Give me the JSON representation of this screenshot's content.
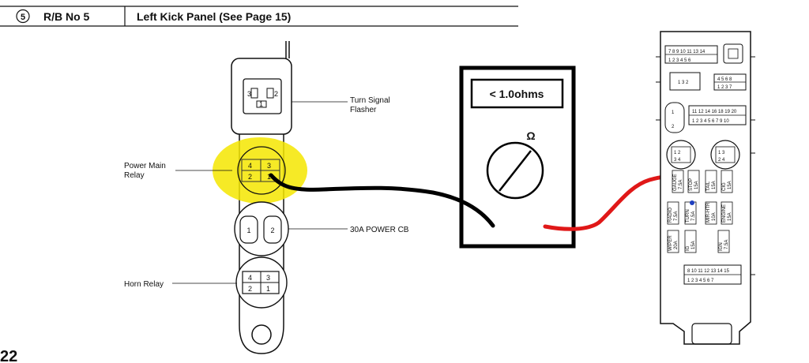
{
  "header": {
    "index": "5",
    "block": "R/B No 5",
    "title": "Left Kick Panel (See Page 15)"
  },
  "labels": {
    "turn_signal": [
      "Turn Signal",
      "Flasher"
    ],
    "power_main": [
      "Power Main",
      "Relay"
    ],
    "power_cb": "30A POWER CB",
    "horn_relay": "Horn Relay"
  },
  "relay_pins": {
    "turn_signal": [
      "3",
      "1",
      "2"
    ],
    "power_main": [
      "4",
      "3",
      "2",
      "1"
    ],
    "power_cb": [
      "1",
      "2"
    ],
    "horn": [
      "4",
      "3",
      "2",
      "1"
    ]
  },
  "meter": {
    "reading": "< 1.0ohms",
    "symbol": "Ω"
  },
  "fuse_block": {
    "fuses": [
      {
        "name": "GAUGE",
        "amp": "7.5A"
      },
      {
        "name": "STOP",
        "amp": "15A"
      },
      {
        "name": "TAIL",
        "amp": "15A"
      },
      {
        "name": "CIG",
        "amp": "15A"
      },
      {
        "name": "RADIO",
        "amp": "7.5A"
      },
      {
        "name": "TURN",
        "amp": "7.5A"
      },
      {
        "name": "MIR-HTR",
        "amp": "10A"
      },
      {
        "name": "ENGINE",
        "amp": "15A"
      },
      {
        "name": "WIPER",
        "amp": "20A"
      },
      {
        "name": "IG",
        "amp": "15A"
      },
      {
        "name": "IGN",
        "amp": "7.5A"
      }
    ]
  },
  "page_number": "22",
  "colors": {
    "highlight": "#f5e600",
    "probe_black": "#000000",
    "probe_red": "#e01818"
  }
}
